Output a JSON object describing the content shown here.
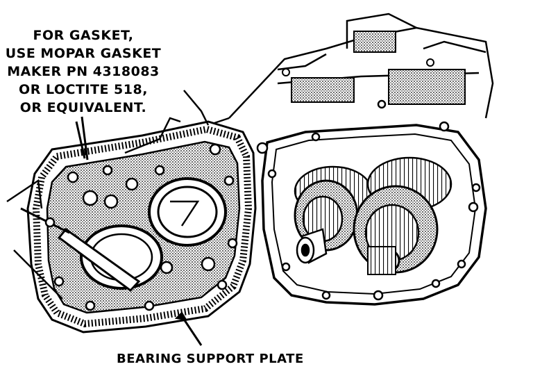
{
  "callouts": {
    "gasket_note": [
      "FOR GASKET,",
      "USE MOPAR GASKET",
      "MAKER PN 4318083",
      "OR LOCTITE 518,",
      "OR EQUIVALENT."
    ],
    "bearing_support_plate": "BEARING SUPPORT PLATE"
  },
  "colors": {
    "ink": "#000000",
    "paper": "#ffffff",
    "shade": "#888888"
  }
}
